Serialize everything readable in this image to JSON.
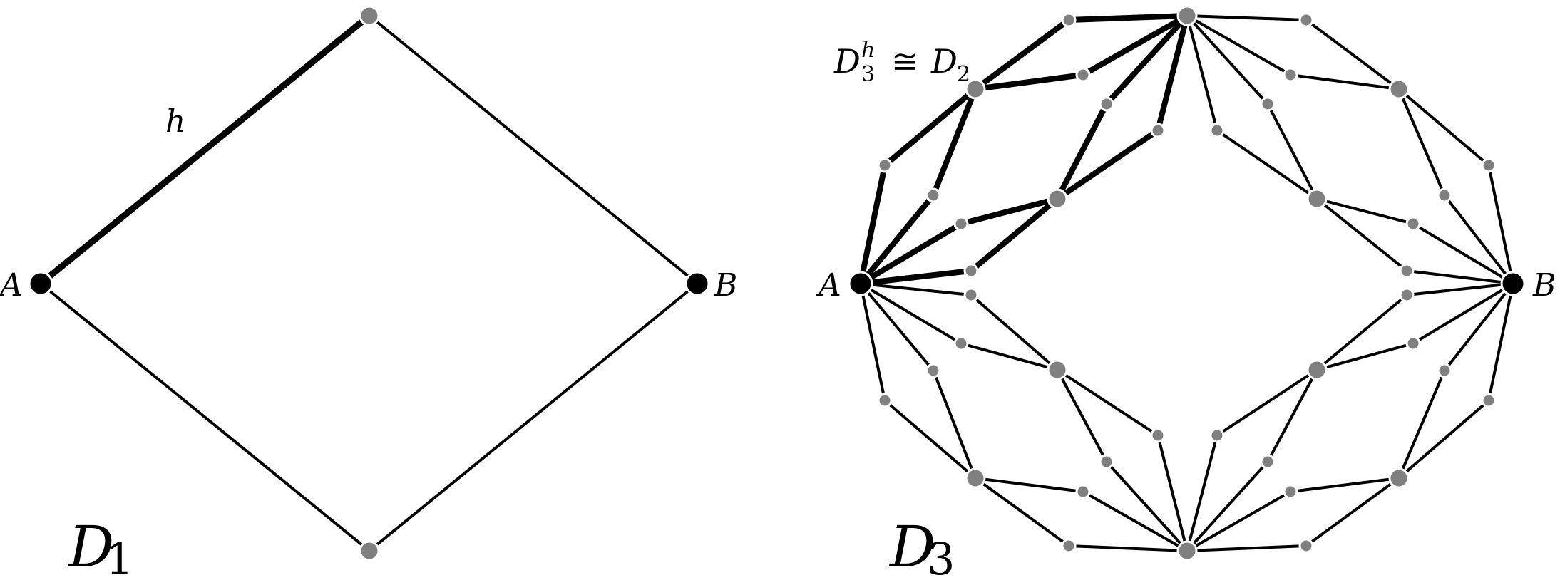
{
  "colors": {
    "background": "#ffffff",
    "edge": "#000000",
    "vertex_fill": "#808080",
    "terminal_fill": "#000000"
  },
  "d1": {
    "title_main": "D",
    "title_sub": "1",
    "terminal_a": "A",
    "terminal_b": "B",
    "edge_label": "h"
  },
  "d3": {
    "title_main": "D",
    "title_sub": "3",
    "terminal_a": "A",
    "terminal_b": "B",
    "iso_lhs_main": "D",
    "iso_lhs_sup": "h",
    "iso_lhs_sub": "3",
    "iso_sym": "≅",
    "iso_rhs_main": "D",
    "iso_rhs_sub": "2"
  }
}
